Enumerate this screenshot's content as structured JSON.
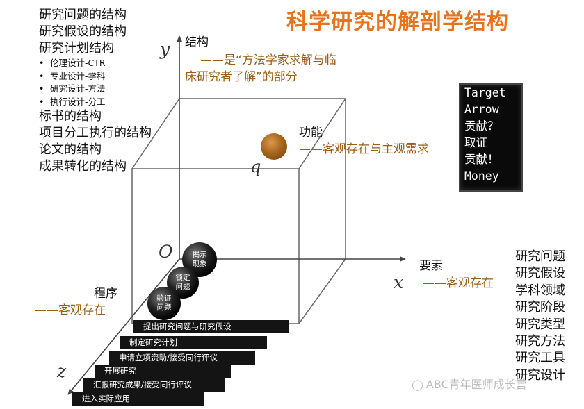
{
  "title": "科学研究的解剖学结构",
  "left_list": {
    "items_top": [
      "研究问题的结构",
      "研究假设的结构",
      "研究计划结构"
    ],
    "sub_items": [
      "伦理设计-CTR",
      "专业设计-学科",
      "研究设计-方法",
      "执行设计-分工"
    ],
    "bullet": "•",
    "items_bottom": [
      "标书的结构",
      "项目分工执行的结构",
      "论文的结构",
      "成果转化的结构"
    ]
  },
  "axes": {
    "y_letter": "y",
    "x_letter": "x",
    "z_letter": "z",
    "origin_letter": "O",
    "y_label": "结构",
    "y_desc_line1": "——是“方法学家求解与临",
    "y_desc_line2": "床研究者了解”的部分",
    "x_label": "要素",
    "x_desc": "——客观存在",
    "z_label": "程序",
    "z_desc": "——客观存在"
  },
  "point": {
    "letter": "q",
    "label": "功能",
    "desc": "——客观存在与主观需求",
    "color": "#a9661d"
  },
  "black_box": [
    "Target",
    "Arrow",
    "贡献？",
    "取证",
    "贡献！",
    "Money"
  ],
  "right_list": [
    "研究问题",
    "研究假设",
    "学科领域",
    "研究阶段",
    "研究类型",
    "研究方法",
    "研究工具",
    "研究设计"
  ],
  "balls": [
    {
      "line1": "揭示",
      "line2": "现象"
    },
    {
      "line1": "锁定",
      "line2": "问题"
    },
    {
      "line1": "验证",
      "line2": "问题"
    }
  ],
  "steps": [
    "提出研究问题与研究假设",
    "制定研究计划",
    "申请立项资助/接受同行评议",
    "开展研究",
    "汇报研究成果/接受同行评议",
    "进入实际应用"
  ],
  "watermark": "ABC青年医师成长营",
  "colors": {
    "title": "#e8731a",
    "brown_text": "#9a5d14"
  }
}
